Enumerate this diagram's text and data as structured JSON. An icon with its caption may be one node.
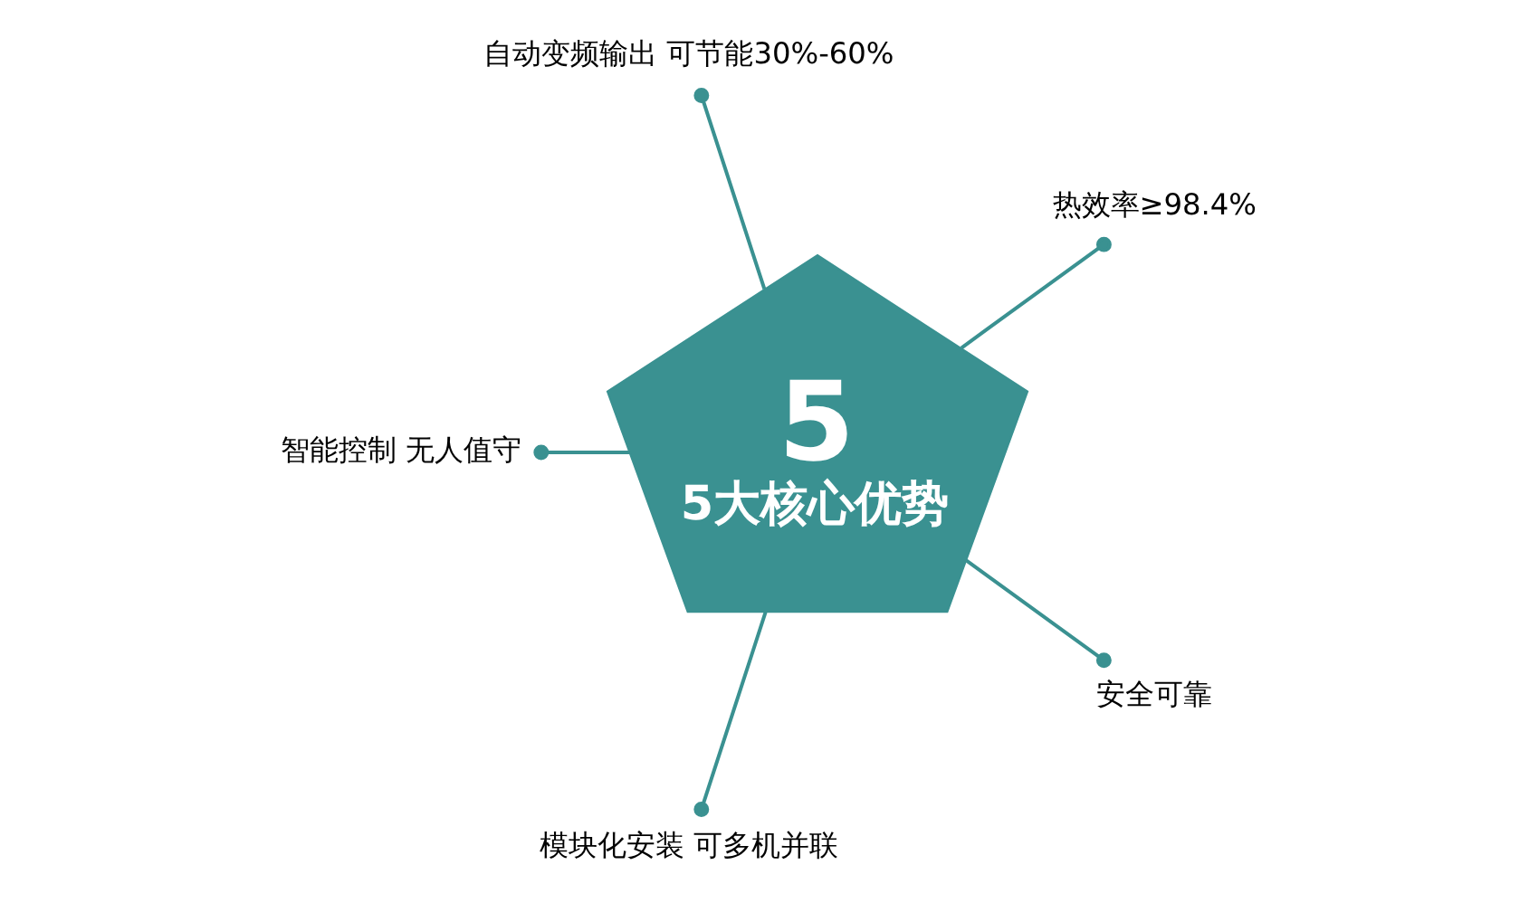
{
  "diagram": {
    "nodes": [
      {
        "text": [
          "5",
          "5大核心优势"
        ]
      },
      {
        "text": [
          "热效率≥98.4%"
        ]
      },
      {
        "text": [
          "自动变频输出 可节能30%-60%"
        ]
      },
      {
        "text": [
          "智能控制 无人值守"
        ]
      },
      {
        "text": [
          "模块化安装 可多机并联"
        ]
      },
      {
        "text": [
          "安全可靠"
        ]
      }
    ],
    "edges": [
      {
        "from": 0,
        "to": 1,
        "arrow": "other"
      },
      {
        "from": 0,
        "to": 3,
        "arrow": "other"
      },
      {
        "from": 0,
        "to": 5,
        "arrow": "other"
      },
      {
        "from": 0,
        "to": 4,
        "arrow": "other"
      },
      {
        "from": 0,
        "to": 2,
        "arrow": "other"
      }
    ]
  }
}
